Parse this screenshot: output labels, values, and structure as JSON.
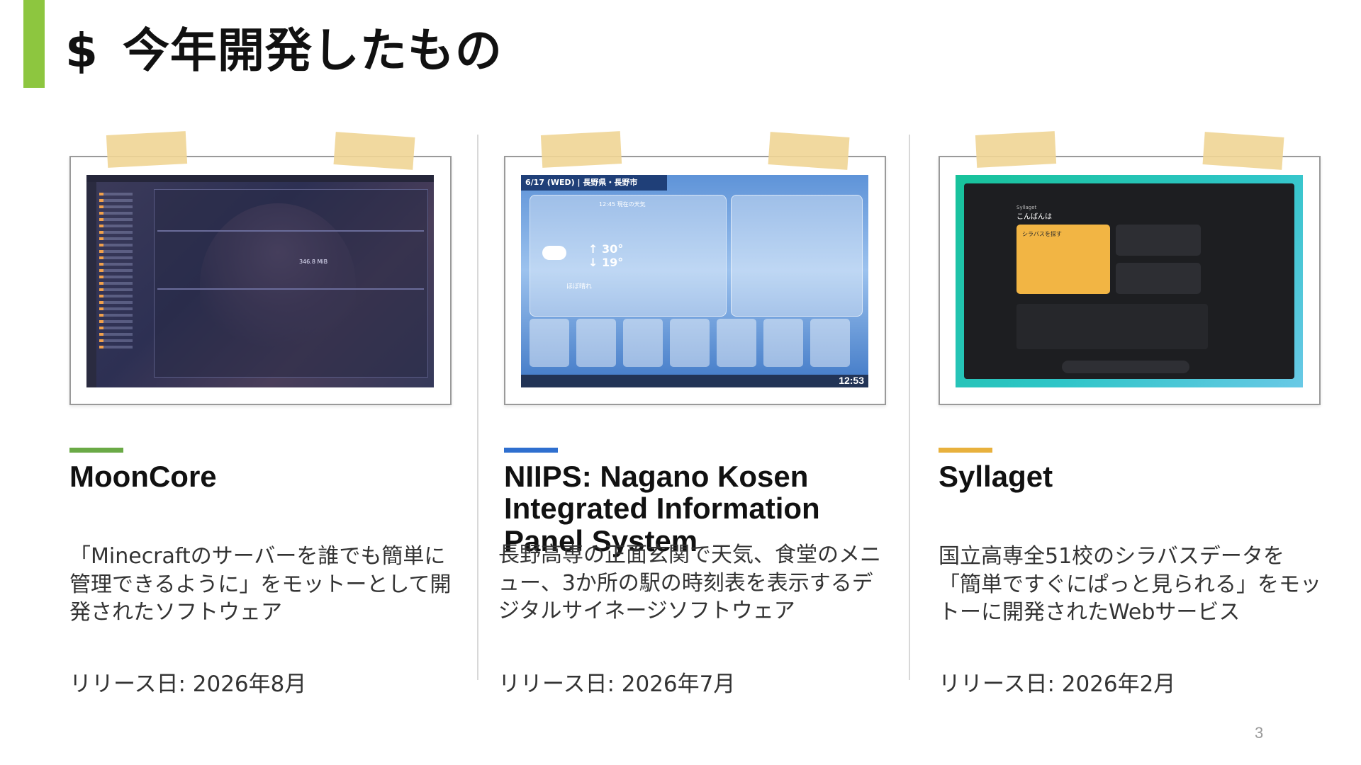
{
  "slide": {
    "title_symbol": "$",
    "title": "今年開発したもの",
    "page_number": "3",
    "accent_color": "#8dc63f"
  },
  "projects": [
    {
      "title": "MoonCore",
      "accent_color": "#6aaa46",
      "description": "「Minecraftのサーバーを誰でも簡単に管理できるように」をモットーとして開発されたソフトウェア",
      "release": "リリース日: 2026年8月",
      "screenshot": {
        "size_text": "346.8 MiB"
      }
    },
    {
      "title": "NIIPS: Nagano Kosen Integrated Information Panel System",
      "accent_color": "#2f6fcf",
      "description": "長野高専の正面玄関で天気、食堂のメニュー、3か所の駅の時刻表を表示するデジタルサイネージソフトウェア",
      "release": "リリース日: 2026年7月",
      "screenshot": {
        "header": "6/17 (WED) | 長野県・長野市",
        "now_label": "12:45 現在の天気",
        "temp_high": "↑ 30°",
        "temp_low": "↓ 19°",
        "condition": "ほぼ晴れ",
        "clock": "12:53"
      }
    },
    {
      "title": "Syllaget",
      "accent_color": "#e8b13d",
      "description": "国立高専全51校のシラバスデータを「簡単ですぐにぱっと見られる」をモットーに開発されたWebサービス",
      "release": "リリース日: 2026年2月",
      "screenshot": {
        "app_name": "Syllaget",
        "greeting": "こんばんは",
        "search_label": "シラバスを探す"
      }
    }
  ]
}
